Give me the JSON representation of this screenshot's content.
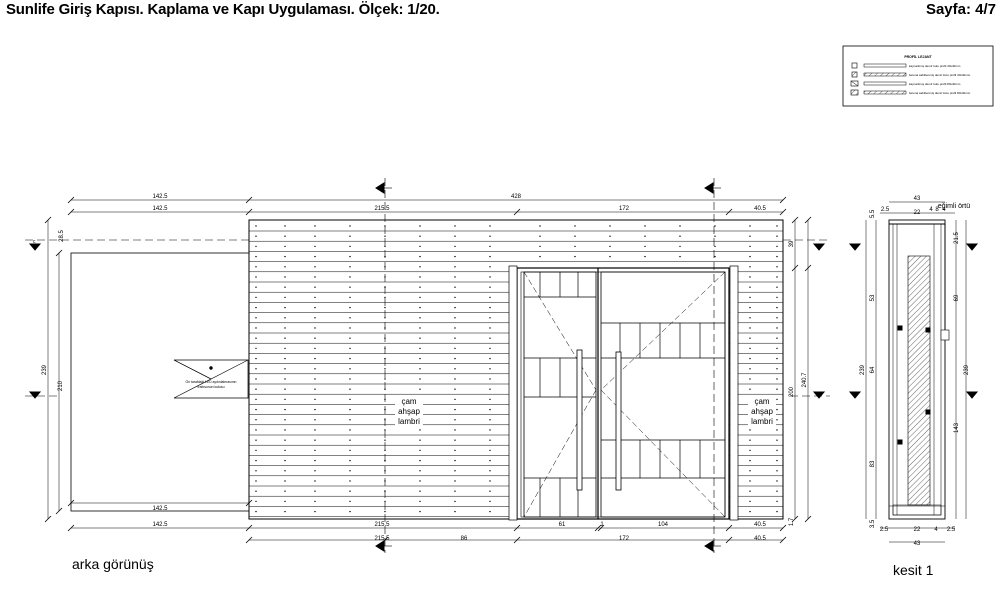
{
  "header": {
    "title": "Sunlife Giriş Kapısı. Kaplama ve Kapı Uygulaması. Ölçek: 1/20.",
    "page": "Sayfa: 4/7"
  },
  "legend": {
    "title": "PROFİL LEJANT",
    "items": [
      "kaynatılmış demir kutu profil 40x40mm",
      "betona sabitlenmiş demir kutu profil 40x40mm",
      "kaynatılmış demir kutu profil 80x40mm",
      "betona sabitlenmiş demir kutu profil 80x40mm"
    ]
  },
  "views": {
    "rear": "arka görünüş",
    "section": "kesit 1"
  },
  "section_marker": "c",
  "labels": {
    "cladding": [
      "çam",
      "ahşap",
      "lambri"
    ],
    "cladding_right": [
      "çam",
      "ahşap",
      "lambri"
    ],
    "led_note": [
      "Ön tarafdaki LED aydınlatmasının",
      "trafosunun kutusu"
    ],
    "eaves": "eğimli örtü"
  },
  "dims": {
    "top1": [
      "142.5",
      "428"
    ],
    "top2": [
      "142.5",
      "215.5",
      "172",
      "40.5"
    ],
    "left_small": "28.5",
    "left_239": "239",
    "left_210": "210",
    "bottom_142": "142.5",
    "bottom1": [
      "142.5",
      "215.5",
      "61",
      "1",
      "104",
      "40.5"
    ],
    "bottom2": [
      "215.5",
      "86",
      "172",
      "40.5"
    ],
    "right": [
      "39",
      "240.7",
      "200",
      "1.7"
    ],
    "sec_top": [
      "43",
      "2.5",
      "22",
      "4",
      "8",
      "4"
    ],
    "sec_left": [
      "5.5",
      "53",
      "64",
      "83",
      "3.5"
    ],
    "sec_right": [
      "21.5",
      "69",
      "143"
    ],
    "sec_left_total": "239",
    "sec_right_total": "239",
    "sec_bottom": [
      "2.5",
      "22",
      "4",
      "2.5",
      "43"
    ]
  }
}
